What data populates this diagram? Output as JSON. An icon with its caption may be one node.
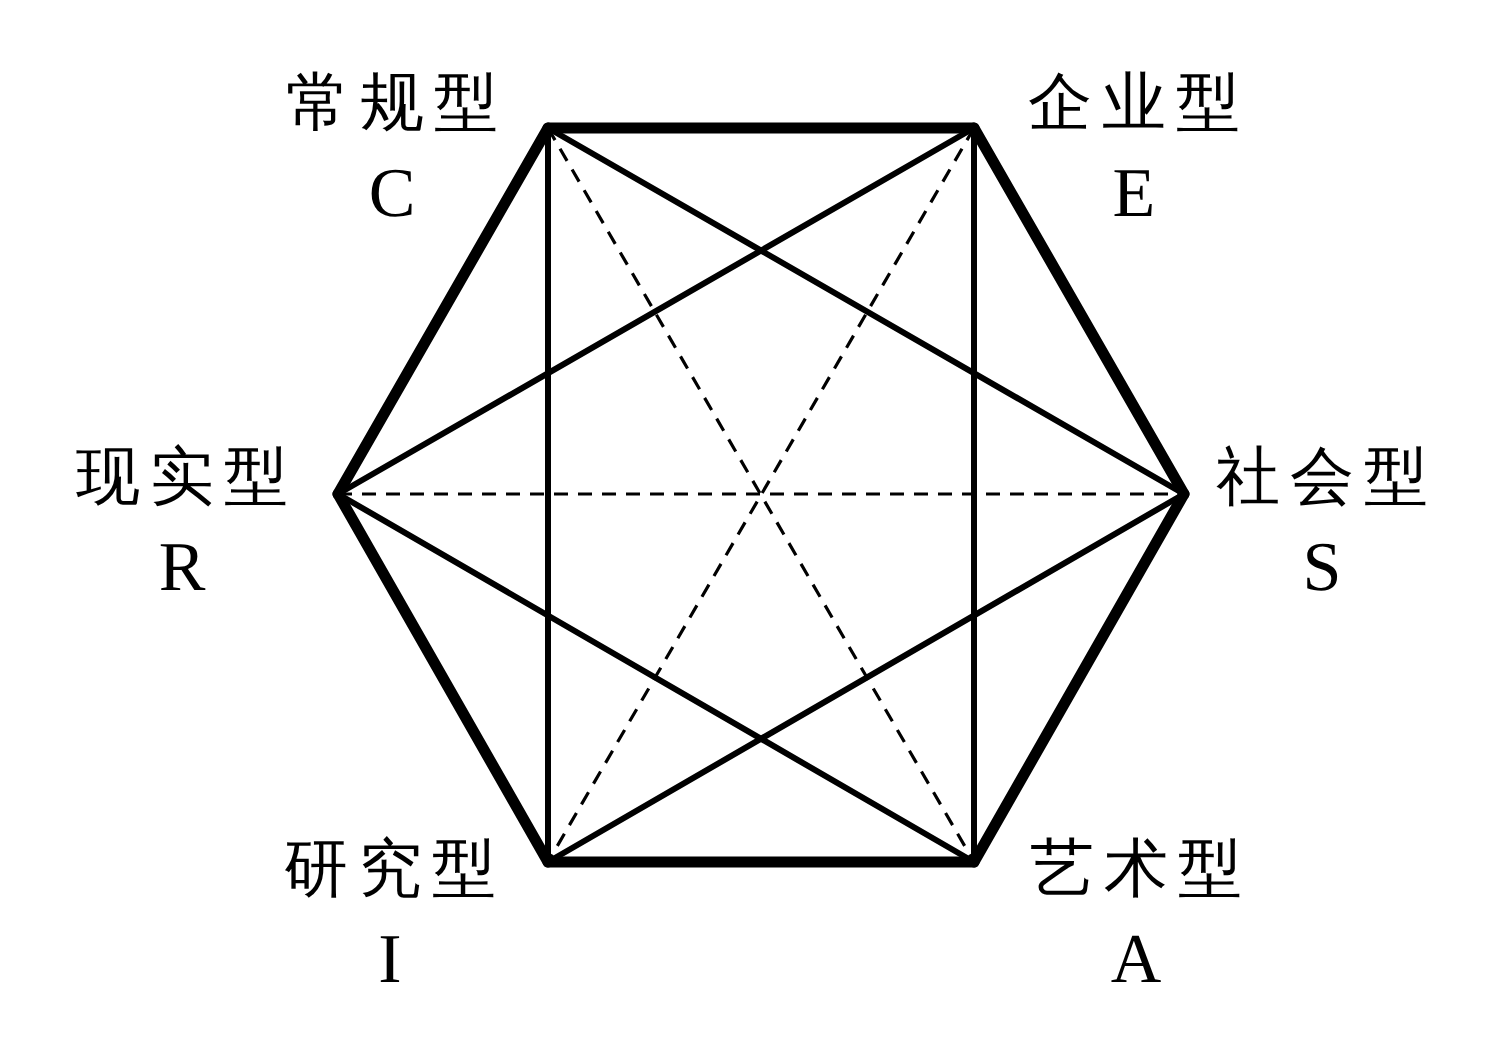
{
  "diagram": {
    "nodes": [
      {
        "text": [
          "常规型",
          "C"
        ]
      },
      {
        "text": [
          "企业型",
          "E"
        ]
      },
      {
        "text": [
          "现实型",
          "R"
        ]
      },
      {
        "text": [
          "社会型",
          "S"
        ]
      },
      {
        "text": [
          "研究型",
          "I"
        ]
      },
      {
        "text": [
          "艺术型",
          "A"
        ]
      }
    ],
    "edges": [
      {
        "from": 0,
        "to": 4,
        "arrow": "none"
      },
      {
        "from": 1,
        "to": 5,
        "arrow": "none"
      },
      {
        "from": 0,
        "to": 3,
        "arrow": "none"
      },
      {
        "from": 1,
        "to": 2,
        "arrow": "none"
      },
      {
        "from": 2,
        "to": 5,
        "arrow": "none"
      },
      {
        "from": 4,
        "to": 3,
        "arrow": "none"
      },
      {
        "from": 0,
        "to": 1,
        "arrow": "none",
        "style": "thick"
      },
      {
        "from": 1,
        "to": 3,
        "arrow": "none",
        "style": "thick"
      },
      {
        "from": 3,
        "to": 5,
        "arrow": "none",
        "style": "thick"
      },
      {
        "from": 5,
        "to": 4,
        "arrow": "none",
        "style": "thick"
      },
      {
        "from": 4,
        "to": 2,
        "arrow": "none",
        "style": "thick"
      },
      {
        "from": 2,
        "to": 0,
        "arrow": "none",
        "style": "thick"
      },
      {
        "from": 0,
        "to": 5,
        "arrow": "none",
        "style": "dashed"
      },
      {
        "from": 1,
        "to": 4,
        "arrow": "none",
        "style": "dashed"
      },
      {
        "from": 2,
        "to": 3,
        "arrow": "none",
        "style": "dashed"
      }
    ]
  }
}
